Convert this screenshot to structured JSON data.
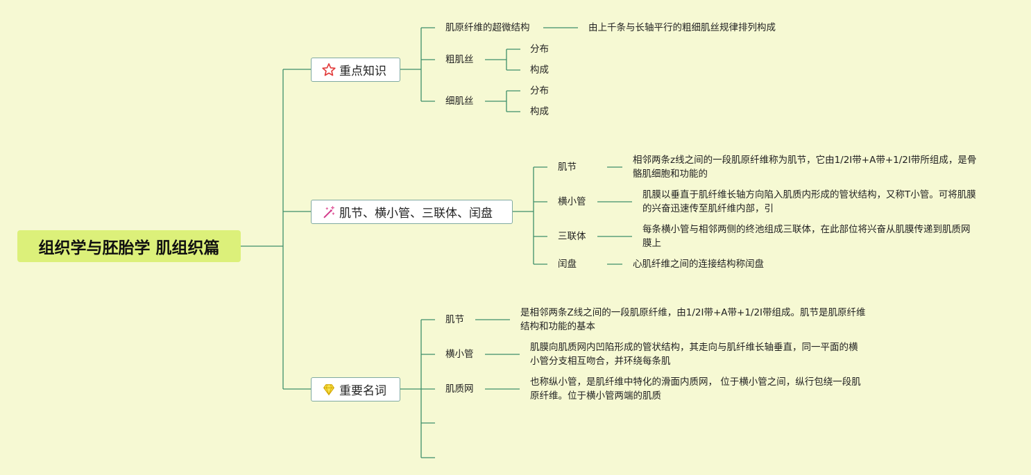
{
  "root": {
    "title": "组织学与胚胎学 肌组织篇"
  },
  "branches": [
    {
      "label": "重点知识",
      "icon": "star-icon",
      "children": [
        {
          "label": "肌原纤维的超微结构",
          "desc": "由上千条与长轴平行的粗细肌丝规律排列构成"
        },
        {
          "label": "粗肌丝",
          "subs": [
            "分布",
            "构成"
          ]
        },
        {
          "label": "细肌丝",
          "subs": [
            "分布",
            "构成"
          ]
        }
      ]
    },
    {
      "label": "肌节、横小管、三联体、闰盘",
      "icon": "sparkle-icon",
      "children": [
        {
          "label": "肌节",
          "desc_lines": [
            "相邻两条z线之间的一段肌原纤维称为肌节，它由1/2I带+A带+1/2I带所组成，是骨",
            "骼肌细胞和功能的"
          ]
        },
        {
          "label": "横小管",
          "desc_lines": [
            "肌膜以垂直于肌纤维长轴方向陷入肌质内形成的管状结构，又称T小管。可将肌膜",
            "的兴奋迅速传至肌纤维内部，引"
          ]
        },
        {
          "label": "三联体",
          "desc_lines": [
            "每条横小管与相邻两侧的终池组成三联体，在此部位将兴奋从肌膜传递到肌质网",
            "膜上"
          ]
        },
        {
          "label": "闰盘",
          "desc_lines": [
            "心肌纤维之间的连接结构称闰盘"
          ]
        }
      ]
    },
    {
      "label": "重要名词",
      "icon": "diamond-icon",
      "children": [
        {
          "label": "肌节",
          "desc_lines": [
            "是相邻两条Z线之间的一段肌原纤维，由1/2I带+A带+1/2I带组成。肌节是肌原纤维",
            "结构和功能的基本"
          ]
        },
        {
          "label": "横小管",
          "desc_lines": [
            "肌膜向肌质网内凹陷形成的管状结构，其走向与肌纤维长轴垂直，同一平面的横",
            "小管分支相互吻合，并环绕每条肌"
          ]
        },
        {
          "label": "肌质网",
          "desc_lines": [
            "也称纵小管，是肌纤维中特化的滑面内质网， 位于横小管之间，纵行包绕一段肌",
            "原纤维。位于横小管两端的肌质"
          ]
        }
      ]
    }
  ],
  "colors": {
    "background": "#f6f9d3",
    "root": "#dcf07a",
    "line": "#3d8f6a",
    "border": "#7fa9a0"
  }
}
